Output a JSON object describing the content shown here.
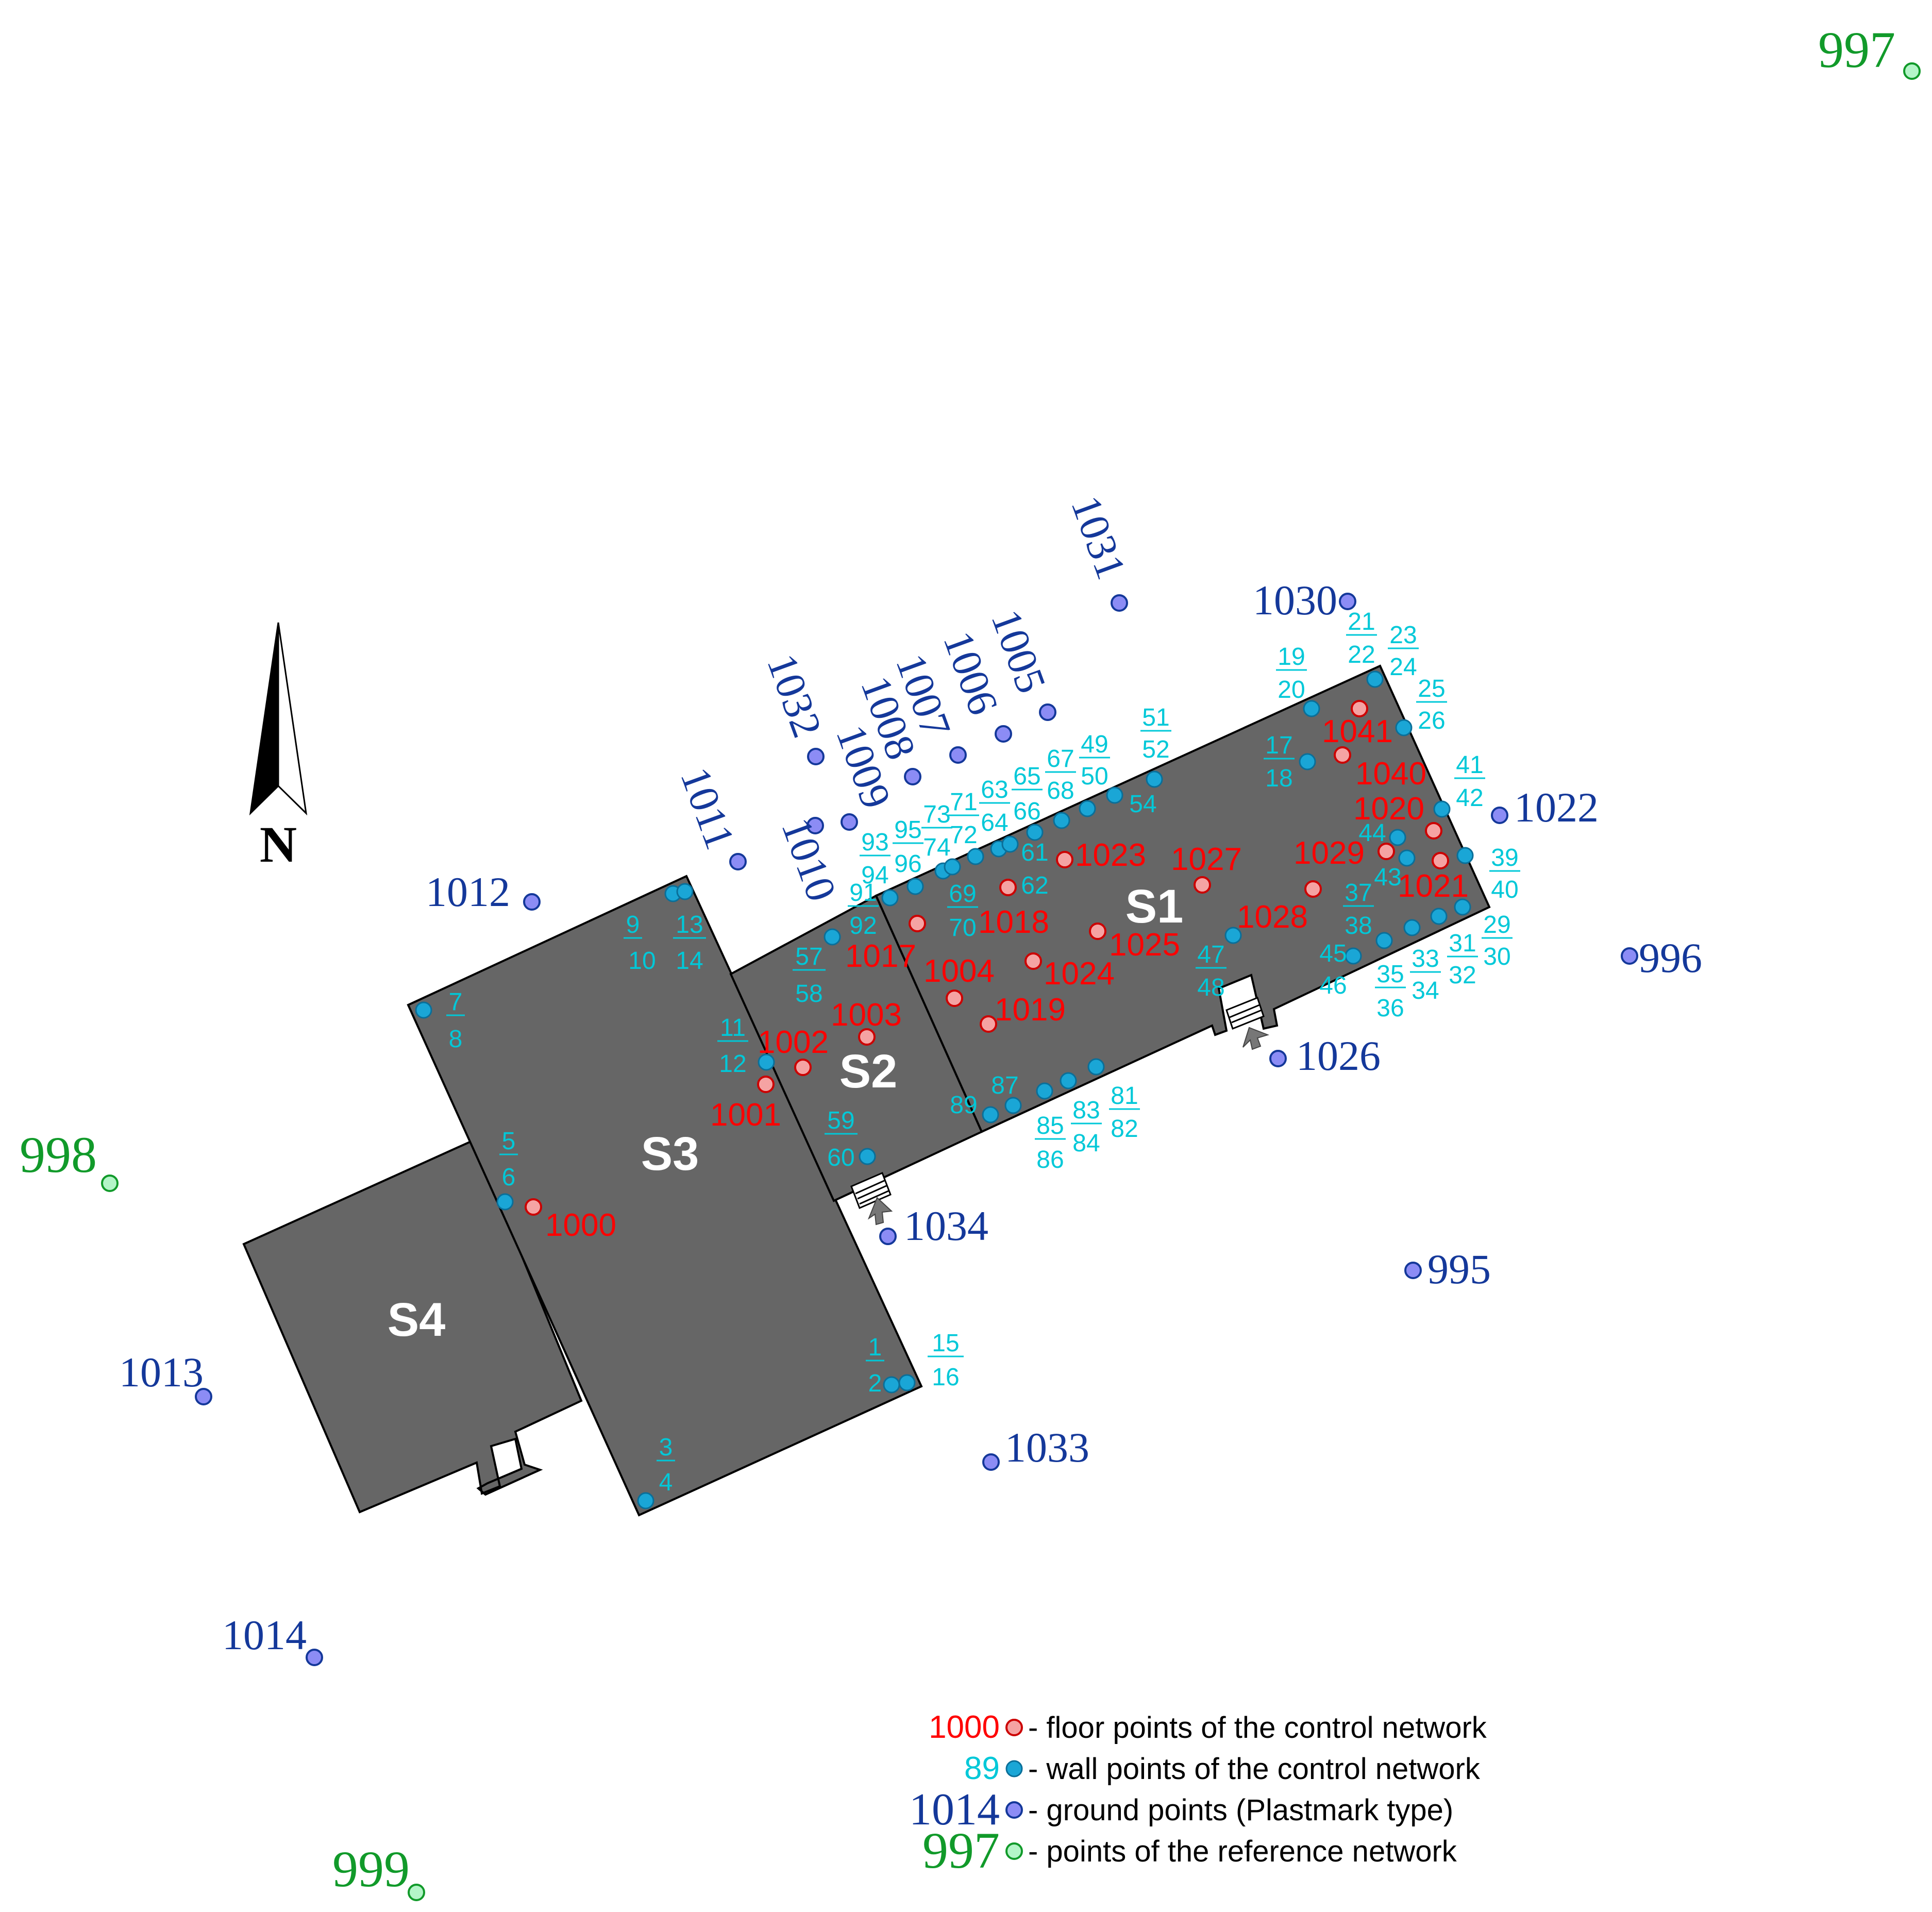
{
  "colors": {
    "floor": "#ff0000",
    "floor_fill": "#f5a3a3",
    "wall": "#00c8d8",
    "wall_fill": "#1aa6d6",
    "ground": "#14389a",
    "ground_fill": "#8c8cf5",
    "reference": "#119a2a",
    "reference_fill": "#b4f5c8",
    "building": "#666666"
  },
  "north_arrow": {
    "label": "N",
    "icon": "north-arrow-icon"
  },
  "rooms": [
    "S1",
    "S2",
    "S3",
    "S4"
  ],
  "reference_points": [
    "997",
    "998",
    "999"
  ],
  "ground_points": [
    "1005",
    "1006",
    "1007",
    "1008",
    "1009",
    "1010",
    "1011",
    "1012",
    "1013",
    "1014",
    "1022",
    "1026",
    "1030",
    "1031",
    "1032",
    "1033",
    "1034",
    "995",
    "996"
  ],
  "floor_points": [
    "1000",
    "1001",
    "1002",
    "1003",
    "1004",
    "1017",
    "1018",
    "1019",
    "1020",
    "1021",
    "1023",
    "1024",
    "1025",
    "1027",
    "1028",
    "1029",
    "1040",
    "1041"
  ],
  "wall_labels": {
    "p1_2": [
      "1",
      "2"
    ],
    "p15_16": [
      "15",
      "16"
    ],
    "p3_4": [
      "3",
      "4"
    ],
    "p5_6": [
      "5",
      "6"
    ],
    "p7_8": [
      "7",
      "8"
    ],
    "p9_10": [
      "9",
      "10"
    ],
    "p13_14": [
      "13",
      "14"
    ],
    "p11_12": [
      "11",
      "12"
    ],
    "p57_58": [
      "57",
      "58"
    ],
    "p59_60": [
      "59",
      "60"
    ],
    "p91_92": [
      "91",
      "92"
    ],
    "p93_94": [
      "93",
      "94"
    ],
    "p95_96": [
      "95",
      "96"
    ],
    "p73_74": [
      "73",
      "74"
    ],
    "p71_72": [
      "71",
      "72"
    ],
    "p69_70": [
      "69",
      "70"
    ],
    "p63_64": [
      "63",
      "64"
    ],
    "p65_66": [
      "65",
      "66"
    ],
    "p67_68": [
      "67",
      "68"
    ],
    "p49_50": [
      "49",
      "50"
    ],
    "p51_52": [
      "51",
      "52"
    ],
    "p17_18": [
      "17",
      "18"
    ],
    "p19_20": [
      "19",
      "20"
    ],
    "p21_22": [
      "21",
      "22"
    ],
    "p23_24": [
      "23",
      "24"
    ],
    "p25_26": [
      "25",
      "26"
    ],
    "p41_42": [
      "41",
      "42"
    ],
    "p39_40": [
      "39",
      "40"
    ],
    "p29_30": [
      "29",
      "30"
    ],
    "p31_32": [
      "31",
      "32"
    ],
    "p33_34": [
      "33",
      "34"
    ],
    "p35_36": [
      "35",
      "36"
    ],
    "p37_38": [
      "37",
      "38"
    ],
    "p47_48": [
      "47",
      "48"
    ],
    "p81_82": [
      "81",
      "82"
    ],
    "p83_84": [
      "83",
      "84"
    ],
    "p85_86": [
      "85",
      "86"
    ],
    "single_45": "45",
    "single_46": "46",
    "single_44": "44",
    "single_43": "43",
    "single_54": "54",
    "single_61": "61",
    "single_62": "62",
    "single_87": "87",
    "single_89": "89"
  },
  "legend": [
    {
      "number": "1000",
      "text": "- floor points of the control network"
    },
    {
      "number": "89",
      "text": "- wall points of the control network"
    },
    {
      "number": "1014",
      "text": "- ground points (Plastmark type)"
    },
    {
      "number": "997",
      "text": "- points of the reference network"
    }
  ]
}
